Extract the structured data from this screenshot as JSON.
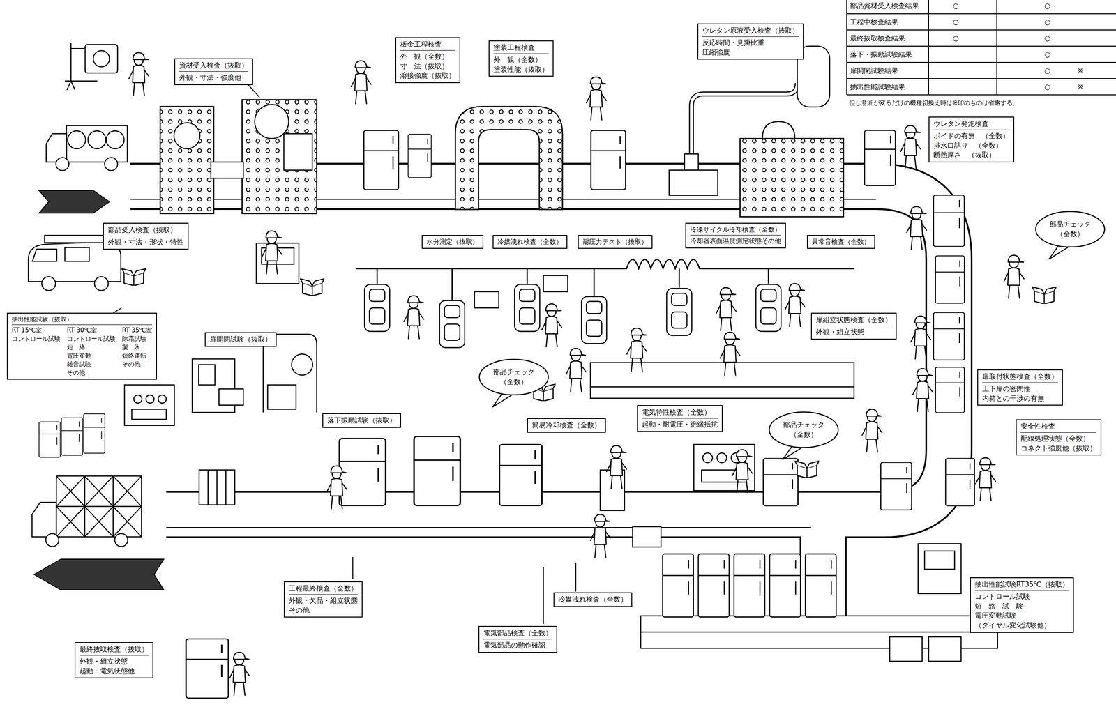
{
  "diagram": {
    "nodes": [
      {
        "text": [
          "資材受入検査（抜取）",
          "外観・寸法・強度他"
        ]
      },
      {
        "text": [
          "板金工程検査",
          "外　観（全数）",
          "寸　法（抜取）",
          "溶接強度（抜取）"
        ]
      },
      {
        "text": [
          "塗装工程検査",
          "外　観（全数）",
          "塗装性能（抜取）"
        ]
      },
      {
        "text": [
          "ウレタン原液受入検査（抜取）",
          "反応時間・見掛比重",
          "圧縮強度"
        ]
      },
      {
        "text": [
          "ウレタン発泡検査",
          "ボイドの有無　（全数）",
          "排水口詰り　（全数）",
          "断熱厚さ　（抜取）"
        ]
      },
      {
        "text": [
          "部品チェック",
          "（全数）"
        ]
      },
      {
        "text": [
          "部品受入検査（抜取）",
          "外観・寸法・形状・特性"
        ]
      },
      {
        "text": [
          "水分測定（抜取）"
        ]
      },
      {
        "text": [
          "冷媒洩れ検査（全数）"
        ]
      },
      {
        "text": [
          "耐圧力テスト（抜取）"
        ]
      },
      {
        "text": [
          "冷凍サイクル冷却検査（全数）",
          "冷却器表面温度測定状態その他"
        ]
      },
      {
        "text": [
          "異常音検査（全数）"
        ]
      },
      {
        "text": [
          "扉組立状態検査（全数）",
          "外観・組立状態"
        ]
      },
      {
        "text": [
          "部品チェック",
          "（全数）"
        ]
      },
      {
        "text": [
          "部品チェック",
          "（全数）"
        ]
      },
      {
        "text": [
          "扉取付状態検査（全数）",
          "上下扉の密閉性",
          "内箱との干渉の有無"
        ]
      },
      {
        "text": [
          "安全性検査",
          "配線処理状態（全数）",
          "コネクト強度他（抜取）"
        ]
      },
      {
        "text": [
          "抽出性能試験（抜取）",
          "RT 15℃室",
          "コントロール試験",
          "RT 30℃室",
          "コントロール試験",
          "短　絡",
          "電圧変動",
          "雑音試験",
          "その他",
          "RT 35℃室",
          "除霜試験",
          "製　氷",
          "短絡運転",
          "その他"
        ]
      },
      {
        "text": [
          "扉開閉試験（抜取）"
        ]
      },
      {
        "text": [
          "落下振動試験（抜取）"
        ]
      },
      {
        "text": [
          "簡易冷却検査（全数）"
        ]
      },
      {
        "text": [
          "電気特性検査（全数）",
          "起動・耐電圧・絶縁抵抗"
        ]
      },
      {
        "text": [
          "工程最終検査（全数）",
          "外観・欠品・組立状態",
          "その他"
        ]
      },
      {
        "text": [
          "冷媒洩れ検査（全数）"
        ]
      },
      {
        "text": [
          "電気部品検査（全数）",
          "電気部品の動作確認"
        ]
      },
      {
        "text": [
          "最終抜取検査（抜取）",
          "外観・組立状態",
          "起動・電気状態他"
        ]
      },
      {
        "text": [
          "抽出性能試験RT35℃（抜取）",
          "コントロール試験",
          "短　絡　試　験",
          "電圧変動試験",
          "（ダイヤル変化試験他）"
        ]
      }
    ],
    "labels": [
      "部品資材受入検査結果",
      "○",
      "○",
      "工程中検査結果",
      "○",
      "○",
      "最終抜取検査結果",
      "○",
      "○",
      "落下・振動試験結果",
      "○",
      "扉開閉試験結果",
      "○",
      "※",
      "抽出性能試験結果",
      "○",
      "※",
      "但し意匠が変るだけの機種切換え時は※印のものは省略する。"
    ]
  }
}
